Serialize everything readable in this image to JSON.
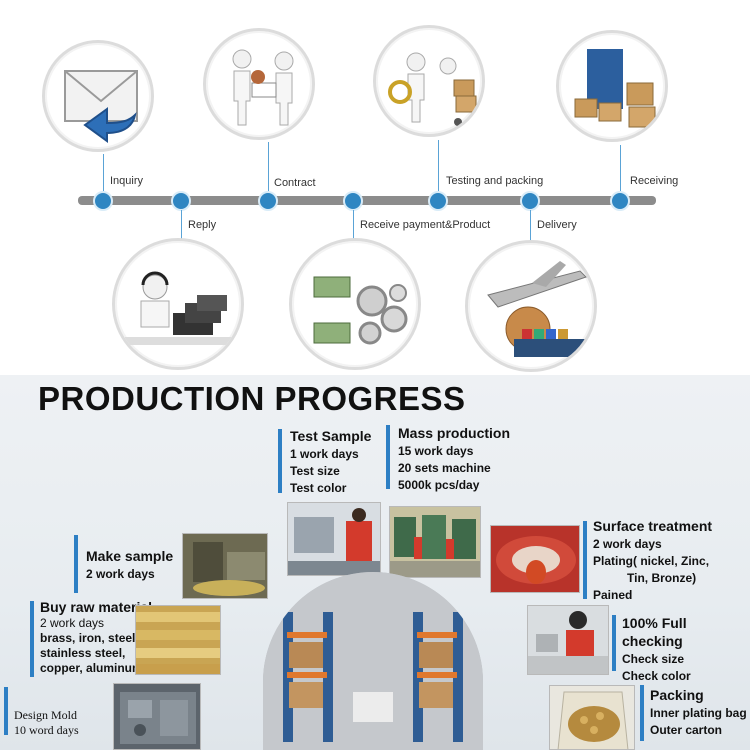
{
  "process": {
    "steps_top": [
      {
        "key": "inquiry",
        "label": "Inquiry",
        "icon": "envelope-icon"
      },
      {
        "key": "contract",
        "label": "Contract",
        "icon": "handshake-contract-icon"
      },
      {
        "key": "testing",
        "label": "Testing and packing",
        "icon": "testing-packing-icon"
      },
      {
        "key": "receiving",
        "label": "Receiving",
        "icon": "container-boxes-icon"
      }
    ],
    "steps_bottom": [
      {
        "key": "reply",
        "label": "Reply",
        "icon": "call-center-icon"
      },
      {
        "key": "payment",
        "label": "Receive payment&Product",
        "icon": "money-gears-icon"
      },
      {
        "key": "delivery",
        "label": "Delivery",
        "icon": "plane-ship-icon"
      }
    ]
  },
  "production": {
    "title": "PRODUCTION PROGRESS",
    "test_sample": [
      "Test Sample",
      "1 work days",
      "Test size",
      "Test color"
    ],
    "mass_production": [
      "Mass production",
      "15 work days",
      "20 sets machine",
      "5000k pcs/day"
    ],
    "make_sample": [
      "Make sample",
      "2 work days"
    ],
    "surface_treatment": [
      "Surface treatment",
      "2 work days",
      "Plating( nickel, Zinc,",
      "Tin, Bronze)",
      "Pained"
    ],
    "raw_material": [
      "Buy raw material",
      "2 work days",
      "brass, iron, steel",
      "stainless steel,",
      "copper, aluminum"
    ],
    "checking": [
      "100% Full checking",
      "Check size",
      "Check color"
    ],
    "design_mold": [
      "Design Mold",
      "10 word days"
    ],
    "packing": [
      "Packing",
      "Inner plating bag",
      "Outer carton"
    ]
  },
  "colors": {
    "accent": "#2d7fc4",
    "timeline_dot": "#2f86c2",
    "bar": "#8c8c8c"
  }
}
